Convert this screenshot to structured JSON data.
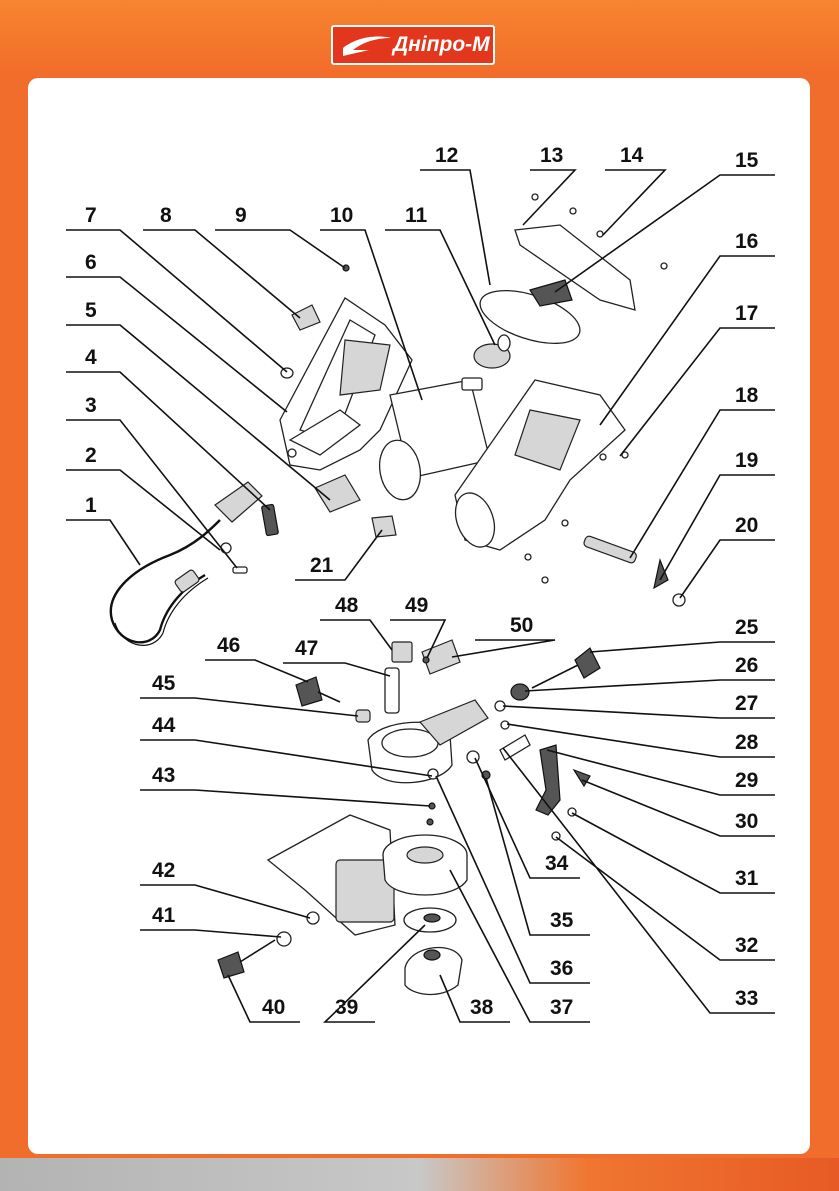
{
  "brand": {
    "name": "Дніпро-М",
    "accent": "#f06d2c",
    "logo_bg": "#e2371c"
  },
  "labels": [
    "1",
    "2",
    "3",
    "4",
    "5",
    "6",
    "7",
    "8",
    "9",
    "10",
    "11",
    "12",
    "13",
    "14",
    "15",
    "16",
    "17",
    "18",
    "19",
    "20",
    "21",
    "25",
    "26",
    "27",
    "28",
    "29",
    "30",
    "31",
    "32",
    "33",
    "34",
    "35",
    "36",
    "37",
    "38",
    "39",
    "40",
    "41",
    "42",
    "43",
    "44",
    "45",
    "46",
    "47",
    "48",
    "49",
    "50"
  ]
}
